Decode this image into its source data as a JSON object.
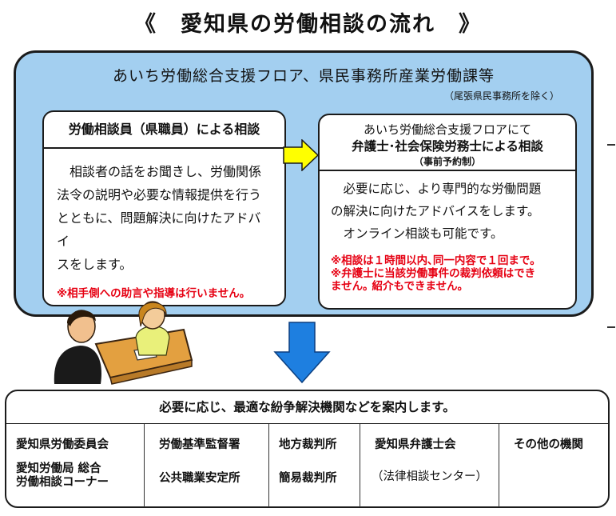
{
  "title": "《　愛知県の労働相談の流れ　》",
  "top_panel": {
    "title": "あいち労働総合支援フロア、県民事務所産業労働課等",
    "note": "（尾張県民事務所を除く）"
  },
  "left_card": {
    "heading": "労働相談員（県職員）による相談",
    "body_lines": [
      "相談者の話をお聞きし、労働関係",
      "法令の説明や必要な情報提供を行う",
      "とともに、問題解決に向けたアドバイ",
      "スをします。"
    ],
    "note": "※相手側への助言や指導は行いません。"
  },
  "right_card": {
    "heading_line1": "あいち労働総合支援フロアにて",
    "heading_line2": "弁護士･社会保険労務士による相談",
    "heading_line3": "（事前予約制）",
    "body_lines": [
      "必要に応じ、より専門的な労働問題",
      "の解決に向けたアドバイスをします。",
      "オンライン相談も可能です。"
    ],
    "notes": [
      "※相談は１時間以内､同一内容で１回まで｡",
      "※弁護士に当該労働事件の裁判依頼はでき",
      "ません｡ 紹介もできません｡"
    ]
  },
  "bottom": {
    "heading": "必要に応じ、最適な紛争解決機関などを案内します。",
    "columns": [
      {
        "top": "愛知県労働委員会",
        "bottom_line1": "愛知労働局 総合",
        "bottom_line2": "労働相談コーナー"
      },
      {
        "top": "労働基準監督署",
        "bottom_line1": "公共職業安定所"
      },
      {
        "top": "地方裁判所",
        "bottom_line1": "簡易裁判所"
      },
      {
        "top": "愛知県弁護士会",
        "bottom_line1": "（法律相談センター）"
      },
      {
        "top": "その他の機関"
      }
    ]
  },
  "colors": {
    "panel_blue": "#a3cff0",
    "arrow_yellow": "#ffff00",
    "arrow_blue": "#1e7fe0",
    "note_red": "#e60012"
  }
}
